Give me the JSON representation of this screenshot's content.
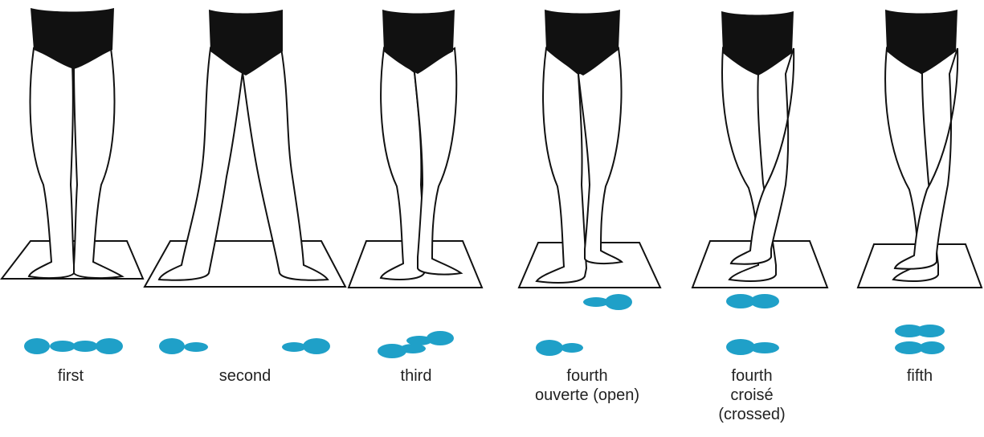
{
  "colors": {
    "footprint": "#1fa0c8",
    "ink": "#111111",
    "brief": "#111111",
    "skin": "#ffffff",
    "label": "#222222"
  },
  "icons": [
    "leg-figure-icon",
    "floor-mat-icon",
    "footprint-icon"
  ],
  "positions": [
    {
      "id": "first",
      "lines": [
        "first"
      ]
    },
    {
      "id": "second",
      "lines": [
        "second"
      ]
    },
    {
      "id": "third",
      "lines": [
        "third"
      ]
    },
    {
      "id": "fourth-open",
      "lines": [
        "fourth",
        "ouverte (open)"
      ]
    },
    {
      "id": "fourth-crossed",
      "lines": [
        "fourth",
        "croisé",
        "(crossed)"
      ]
    },
    {
      "id": "fifth",
      "lines": [
        "fifth"
      ]
    }
  ]
}
